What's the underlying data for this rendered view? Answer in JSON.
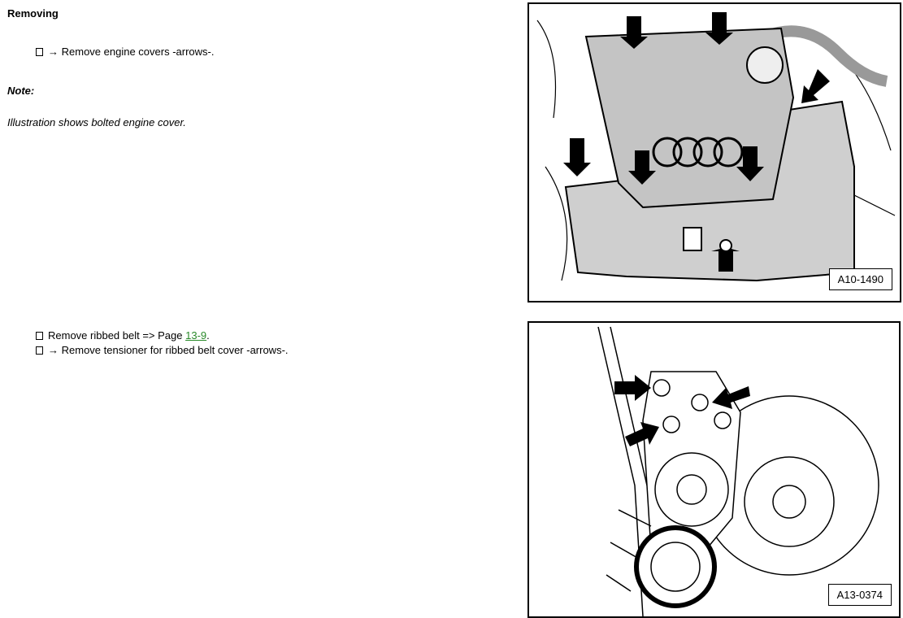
{
  "section": {
    "heading": "Removing"
  },
  "steps1": [
    {
      "arrow": "→",
      "text": "Remove engine covers -arrows-."
    }
  ],
  "note": {
    "label": "Note:",
    "text": "Illustration shows bolted engine cover."
  },
  "steps2": [
    {
      "text": "Remove ribbed belt => Page ",
      "link": "13-9",
      "suffix": "."
    },
    {
      "arrow": "→",
      "text": "Remove tensioner for ribbed belt cover -arrows-."
    }
  ],
  "figures": [
    {
      "label": "A10-1490"
    },
    {
      "label": "A13-0374"
    }
  ],
  "colors": {
    "link": "#2a8a2a"
  }
}
